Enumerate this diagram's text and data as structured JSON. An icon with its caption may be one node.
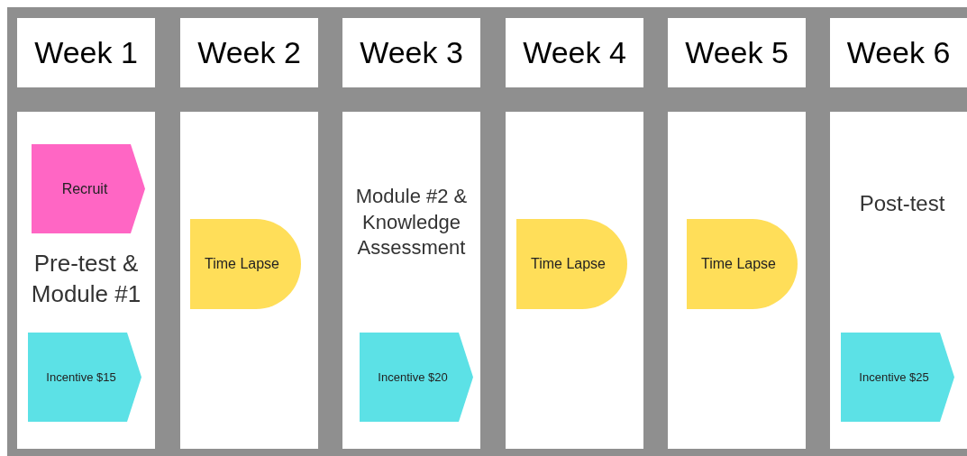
{
  "diagram": {
    "nodes": [
      {
        "text": [
          "Week 1"
        ]
      },
      {
        "text": [
          "Week 2"
        ]
      },
      {
        "text": [
          "Week 3"
        ]
      },
      {
        "text": [
          "Week 4"
        ]
      },
      {
        "text": [
          "Week 5"
        ]
      },
      {
        "text": [
          "Week 6"
        ]
      },
      {
        "text": [
          "Pre-test & Module #1"
        ]
      },
      {
        "text": [
          "Recruit"
        ],
        "in": 6
      },
      {
        "text": [
          "Incentive $15"
        ],
        "in": 6
      },
      {
        "text": [],
        "shape": "box"
      },
      {
        "text": [
          "Time Lapse"
        ],
        "in": 9
      },
      {
        "text": [
          "Module #2 & Knowledge Assessment"
        ]
      },
      {
        "text": [
          "Incentive $20"
        ],
        "in": 11
      },
      {
        "text": [],
        "shape": "box"
      },
      {
        "text": [
          "Time Lapse"
        ],
        "in": 13
      },
      {
        "text": [],
        "shape": "box"
      },
      {
        "text": [
          "Time Lapse"
        ],
        "in": 15
      },
      {
        "text": [
          "Post-test"
        ]
      },
      {
        "text": [
          "Incentive $25"
        ],
        "in": 17
      }
    ]
  }
}
